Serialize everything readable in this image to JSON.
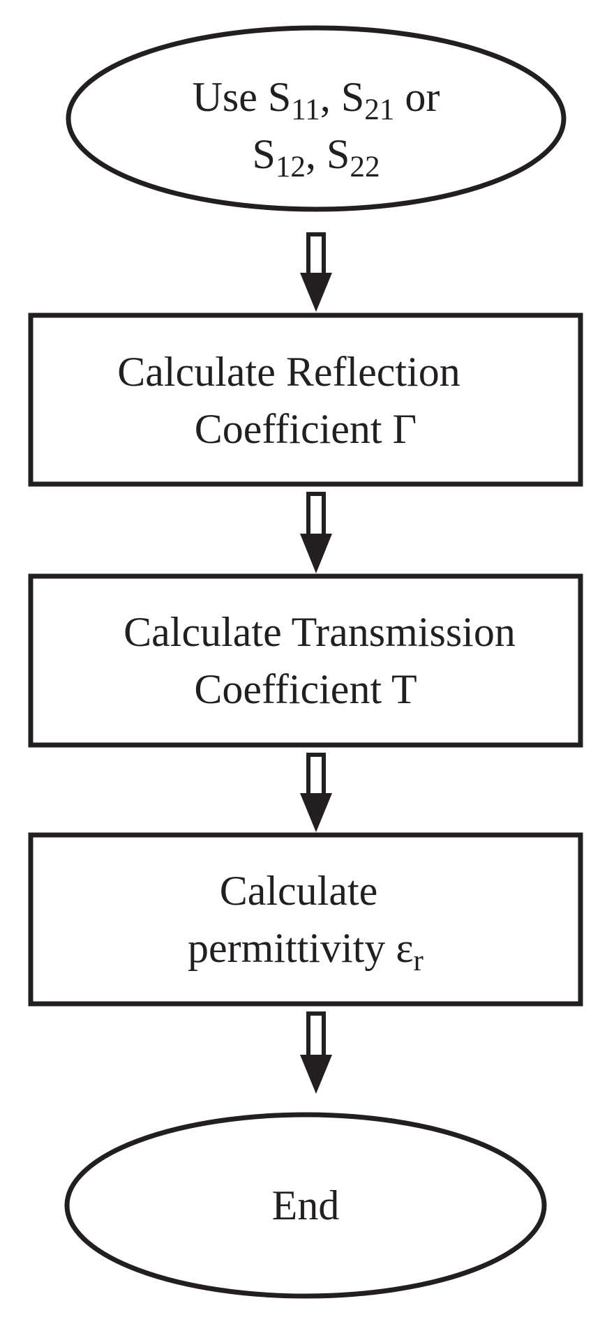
{
  "diagram": {
    "nodes": [
      {
        "id": "start",
        "shape": "ellipse",
        "line1": {
          "pre": "Use ",
          "a": "S",
          "a_sub": "11",
          "mid": ", ",
          "b": "S",
          "b_sub": "21",
          "post": " or"
        },
        "line2": {
          "a": "S",
          "a_sub": "12",
          "mid": ", ",
          "b": "S",
          "b_sub": "22"
        }
      },
      {
        "id": "reflection",
        "shape": "rectangle",
        "line1": "Calculate Reflection",
        "line2": "Coefficient Γ"
      },
      {
        "id": "transmission",
        "shape": "rectangle",
        "line1": "Calculate Transmission",
        "line2": "Coefficient T"
      },
      {
        "id": "permittivity",
        "shape": "rectangle",
        "line1": "Calculate",
        "line2": {
          "pre": "permittivity ε",
          "sub": "r"
        }
      },
      {
        "id": "end",
        "shape": "ellipse",
        "line1": "End"
      }
    ],
    "edges": [
      {
        "from": "start",
        "to": "reflection"
      },
      {
        "from": "reflection",
        "to": "transmission"
      },
      {
        "from": "transmission",
        "to": "permittivity"
      },
      {
        "from": "permittivity",
        "to": "end"
      }
    ],
    "colors": {
      "stroke": "#231f20",
      "background": "#ffffff"
    }
  }
}
